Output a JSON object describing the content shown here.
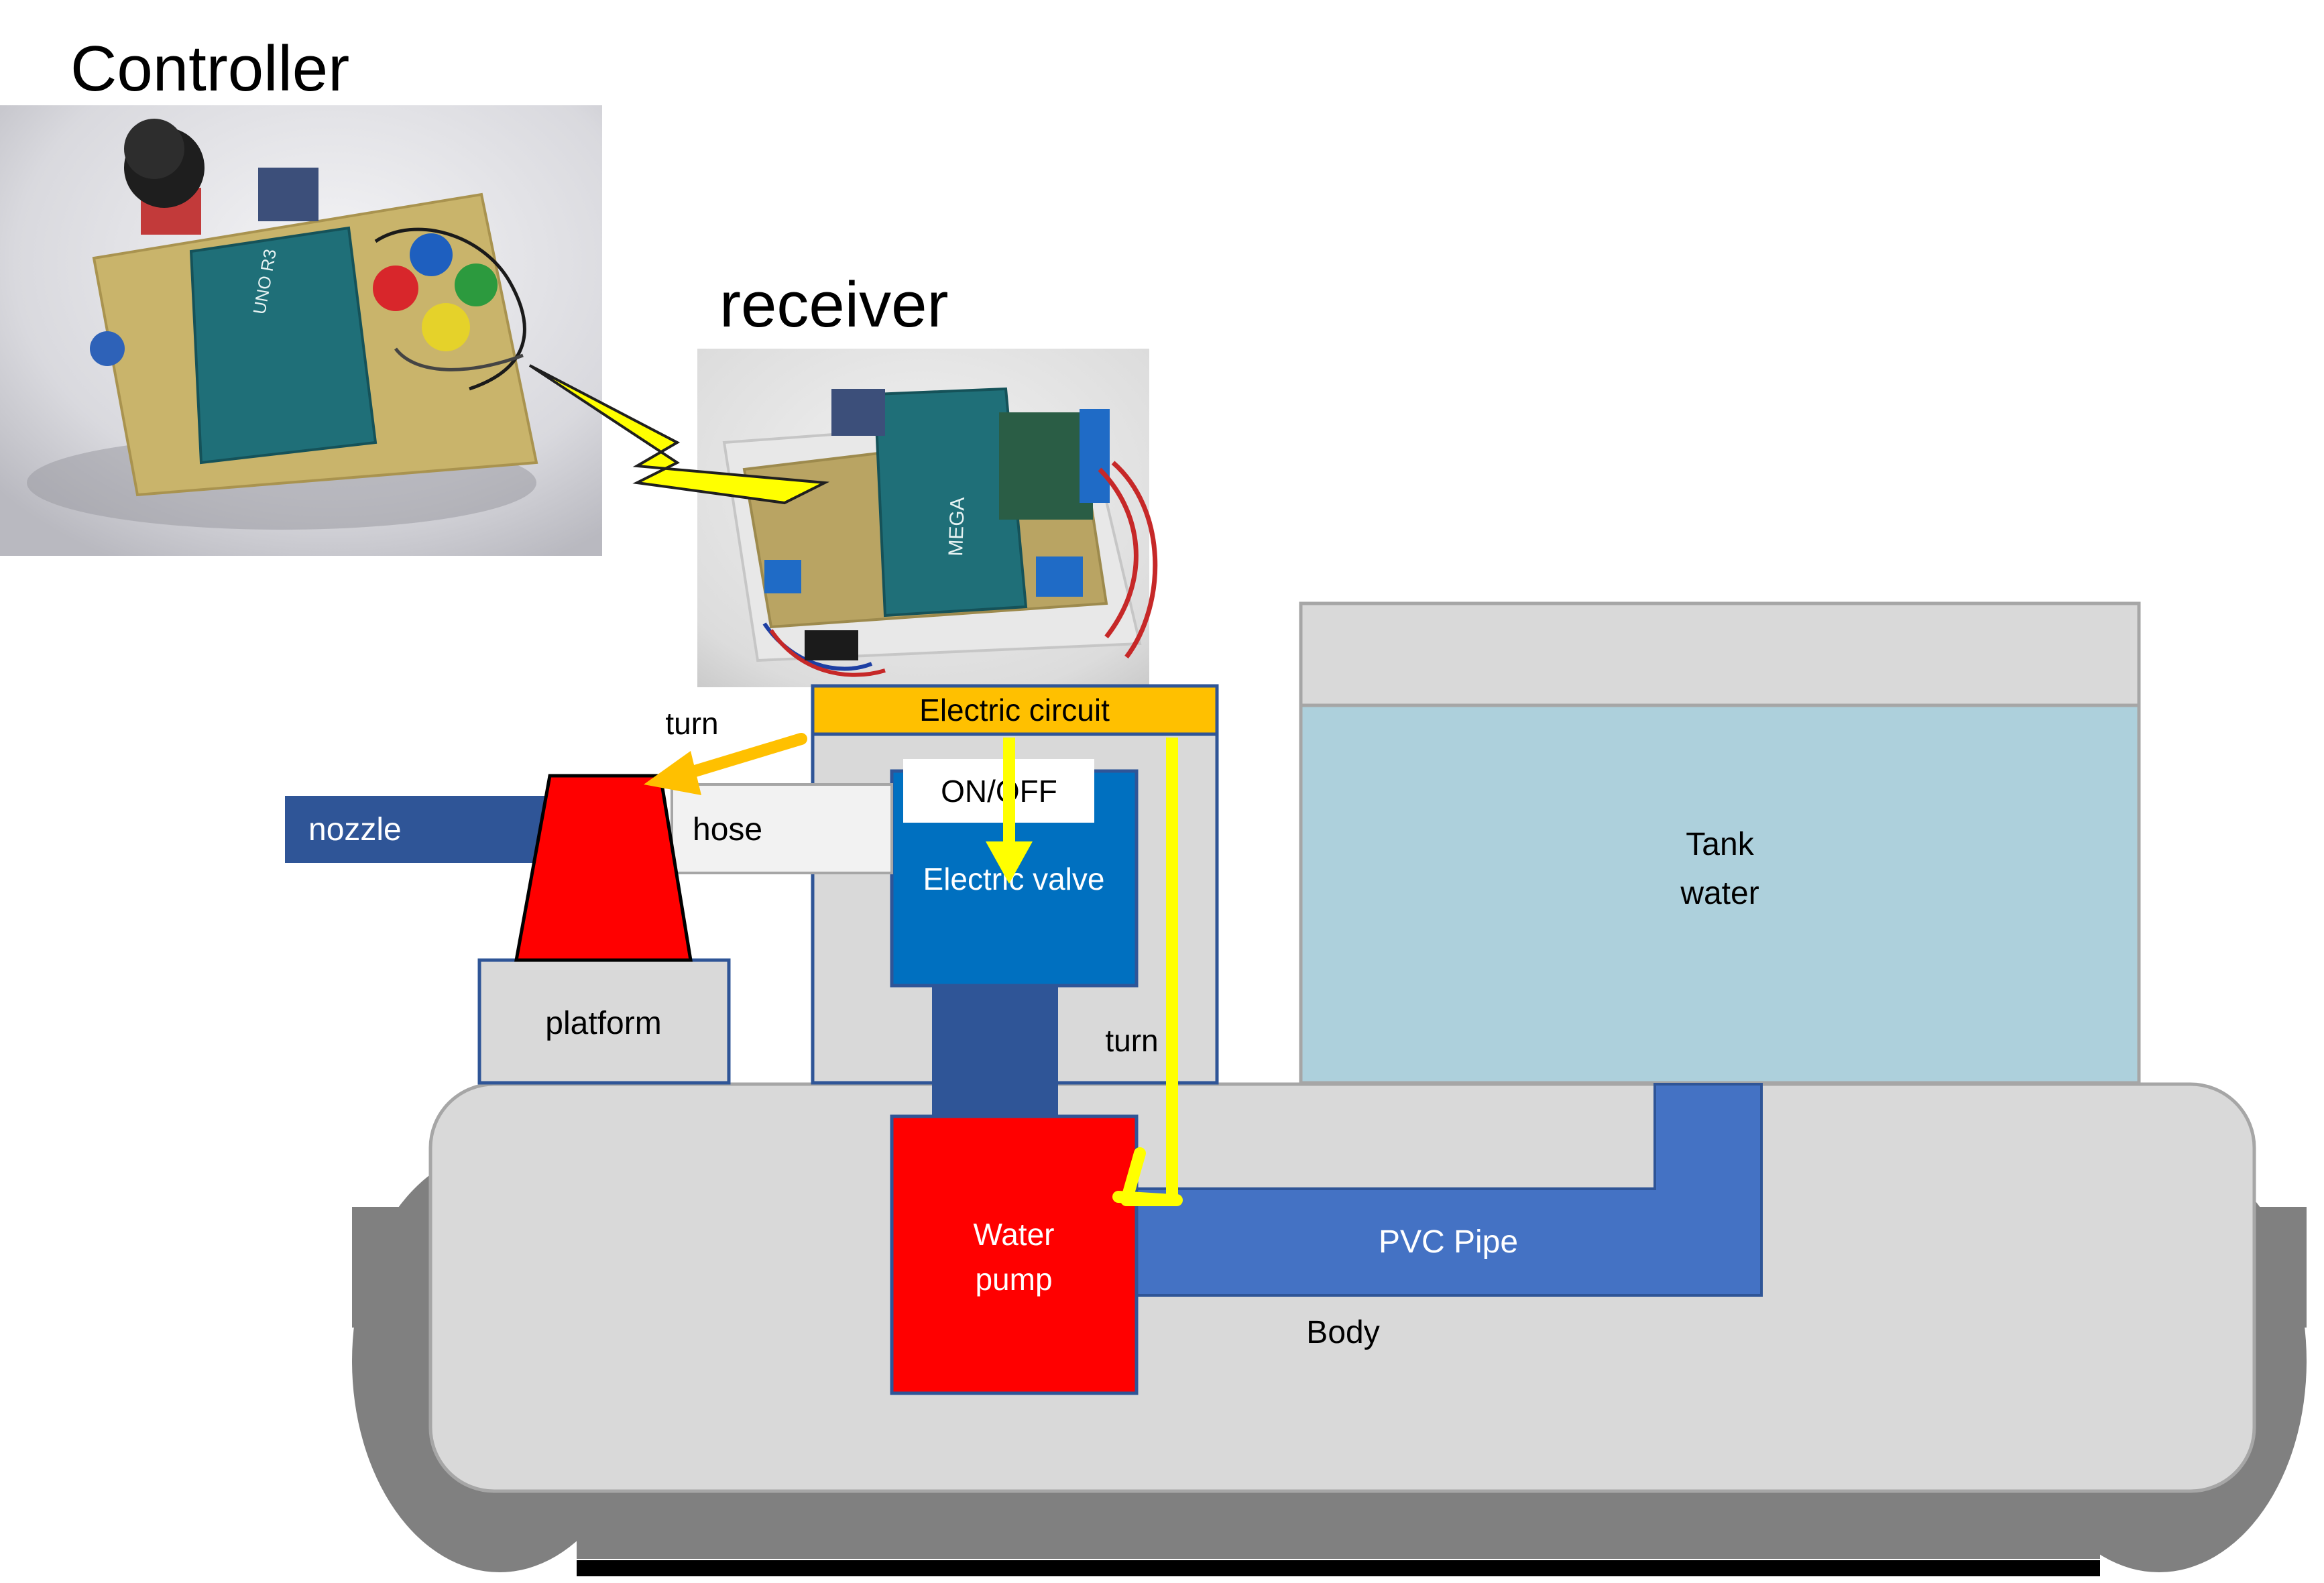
{
  "titles": {
    "controller": "Controller",
    "receiver": "receiver"
  },
  "labels": {
    "electric_circuit": "Electric circuit",
    "on_off": "ON/OFF",
    "electric_valve": "Electric valve",
    "turn_top": "turn",
    "turn_side": "turn",
    "nozzle": "nozzle",
    "hose": "hose",
    "platform": "platform",
    "tank_line1": "Tank",
    "tank_line2": "water",
    "water_pump_line1": "Water",
    "water_pump_line2": "pump",
    "pvc_pipe": "PVC Pipe",
    "body": "Body"
  },
  "photo_text": {
    "controller_board": "UNO R3",
    "receiver_board": "MEGA"
  },
  "colors": {
    "circuit_orange": "#FFC000",
    "signal_yellow": "#FFFF00",
    "valve_blue": "#0070C0",
    "nozzle_blue": "#2F5597",
    "pipe_blue": "#4472C4",
    "pump_red": "#FF0000",
    "tank_water": "#ADD0DC",
    "body_gray": "#D9D9D9",
    "wheel_gray": "#808080"
  }
}
